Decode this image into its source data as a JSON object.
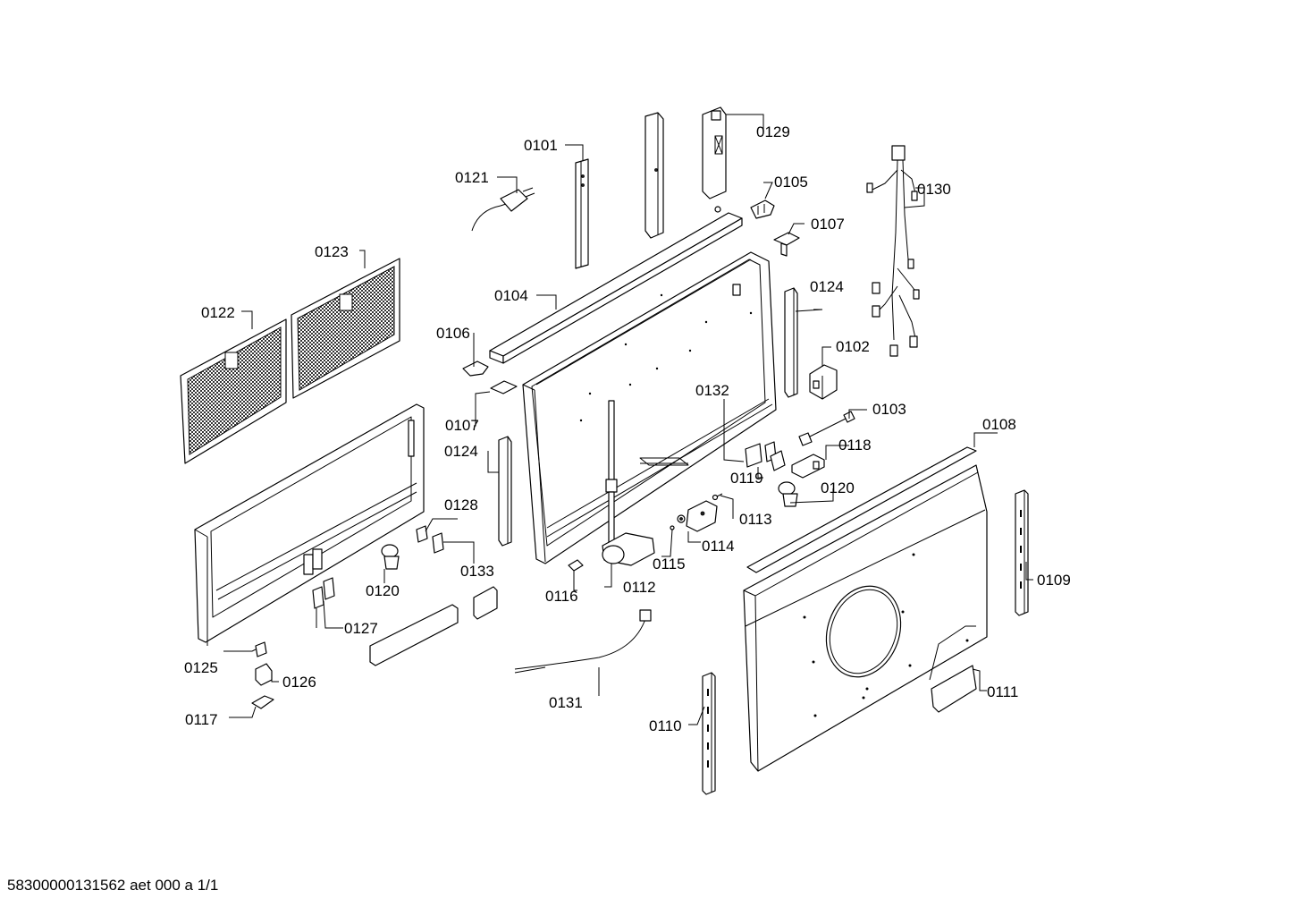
{
  "document": {
    "footer_code": "58300000131562 aet 000 a 1/1"
  },
  "labels": {
    "l0101": "0101",
    "l0102": "0102",
    "l0103": "0103",
    "l0104": "0104",
    "l0105": "0105",
    "l0106": "0106",
    "l0107a": "0107",
    "l0107b": "0107",
    "l0108": "0108",
    "l0109": "0109",
    "l0110": "0110",
    "l0111": "0111",
    "l0112": "0112",
    "l0113": "0113",
    "l0114": "0114",
    "l0115": "0115",
    "l0116": "0116",
    "l0117": "0117",
    "l0118": "0118",
    "l0119": "0119",
    "l0120a": "0120",
    "l0120b": "0120",
    "l0121": "0121",
    "l0122": "0122",
    "l0123": "0123",
    "l0124a": "0124",
    "l0124b": "0124",
    "l0125": "0125",
    "l0126": "0126",
    "l0127": "0127",
    "l0128": "0128",
    "l0129": "0129",
    "l0130": "0130",
    "l0131": "0131",
    "l0132": "0132",
    "l0133": "0133"
  }
}
